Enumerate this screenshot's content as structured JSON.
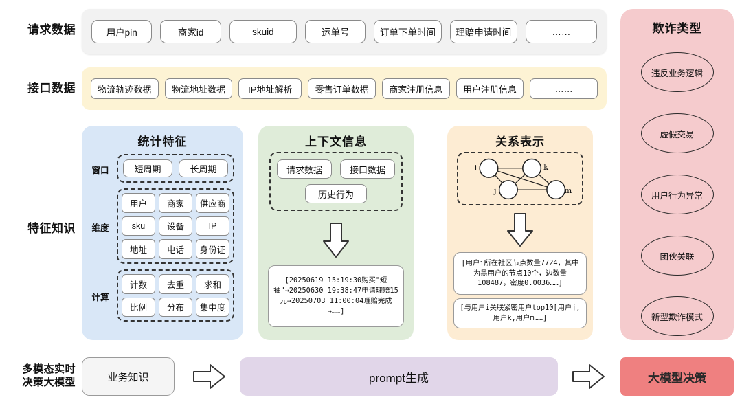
{
  "rows": {
    "request_label": "请求数据",
    "api_label": "接口数据",
    "feature_label": "特征知识",
    "bottom_label_line1": "多模态实时",
    "bottom_label_line2": "决策大模型"
  },
  "request_data": {
    "items": [
      "用户pin",
      "商家id",
      "skuid",
      "运单号",
      "订单下单时间",
      "理赔申请时间",
      "……"
    ]
  },
  "api_data": {
    "items": [
      "物流轨迹数据",
      "物流地址数据",
      "IP地址解析",
      "零售订单数据",
      "商家注册信息",
      "用户注册信息",
      "……"
    ]
  },
  "stat_panel": {
    "title": "统计特征",
    "window_label": "窗口",
    "window_items": [
      "短周期",
      "长周期"
    ],
    "dimension_label": "维度",
    "dimension_items": [
      "用户",
      "商家",
      "供应商",
      "sku",
      "设备",
      "IP",
      "地址",
      "电话",
      "身份证"
    ],
    "calc_label": "计算",
    "calc_items": [
      "计数",
      "去重",
      "求和",
      "比例",
      "分布",
      "集中度"
    ]
  },
  "context_panel": {
    "title": "上下文信息",
    "sources_row1": [
      "请求数据",
      "接口数据"
    ],
    "sources_row2": [
      "历史行为"
    ],
    "output_text": "[20250619 15:19:30购买\"短袖\"→20250630 19:38:47申请理赔15元→20250703 11:00:04理赔完成→……]"
  },
  "relation_panel": {
    "title": "关系表示",
    "graph_nodes": [
      "i",
      "k",
      "j",
      "m"
    ],
    "output_text1": "[用户i所在社区节点数量7724，其中为黑用户的节点10个，边数量108487，密度0.0036……]",
    "output_text2": "[与用户i关联紧密用户top10[用户j,用户k,用户m……]"
  },
  "fraud_panel": {
    "title": "欺诈类型",
    "types": [
      "违反业务逻辑",
      "虚假交易",
      "用户行为异常",
      "团伙关联",
      "新型欺诈模式"
    ]
  },
  "bottom": {
    "business_knowledge": "业务知识",
    "prompt_generation": "prompt生成",
    "decision": "大模型决策"
  },
  "colors": {
    "request_band": "#f2f2f2",
    "api_band": "#fdf3d4",
    "stat_panel": "#d9e7f7",
    "context_panel": "#dfecd9",
    "relation_panel": "#fdecd3",
    "fraud_panel": "#f5cbcd",
    "prompt_box": "#e1d6e9",
    "decision_box": "#ef8080"
  }
}
